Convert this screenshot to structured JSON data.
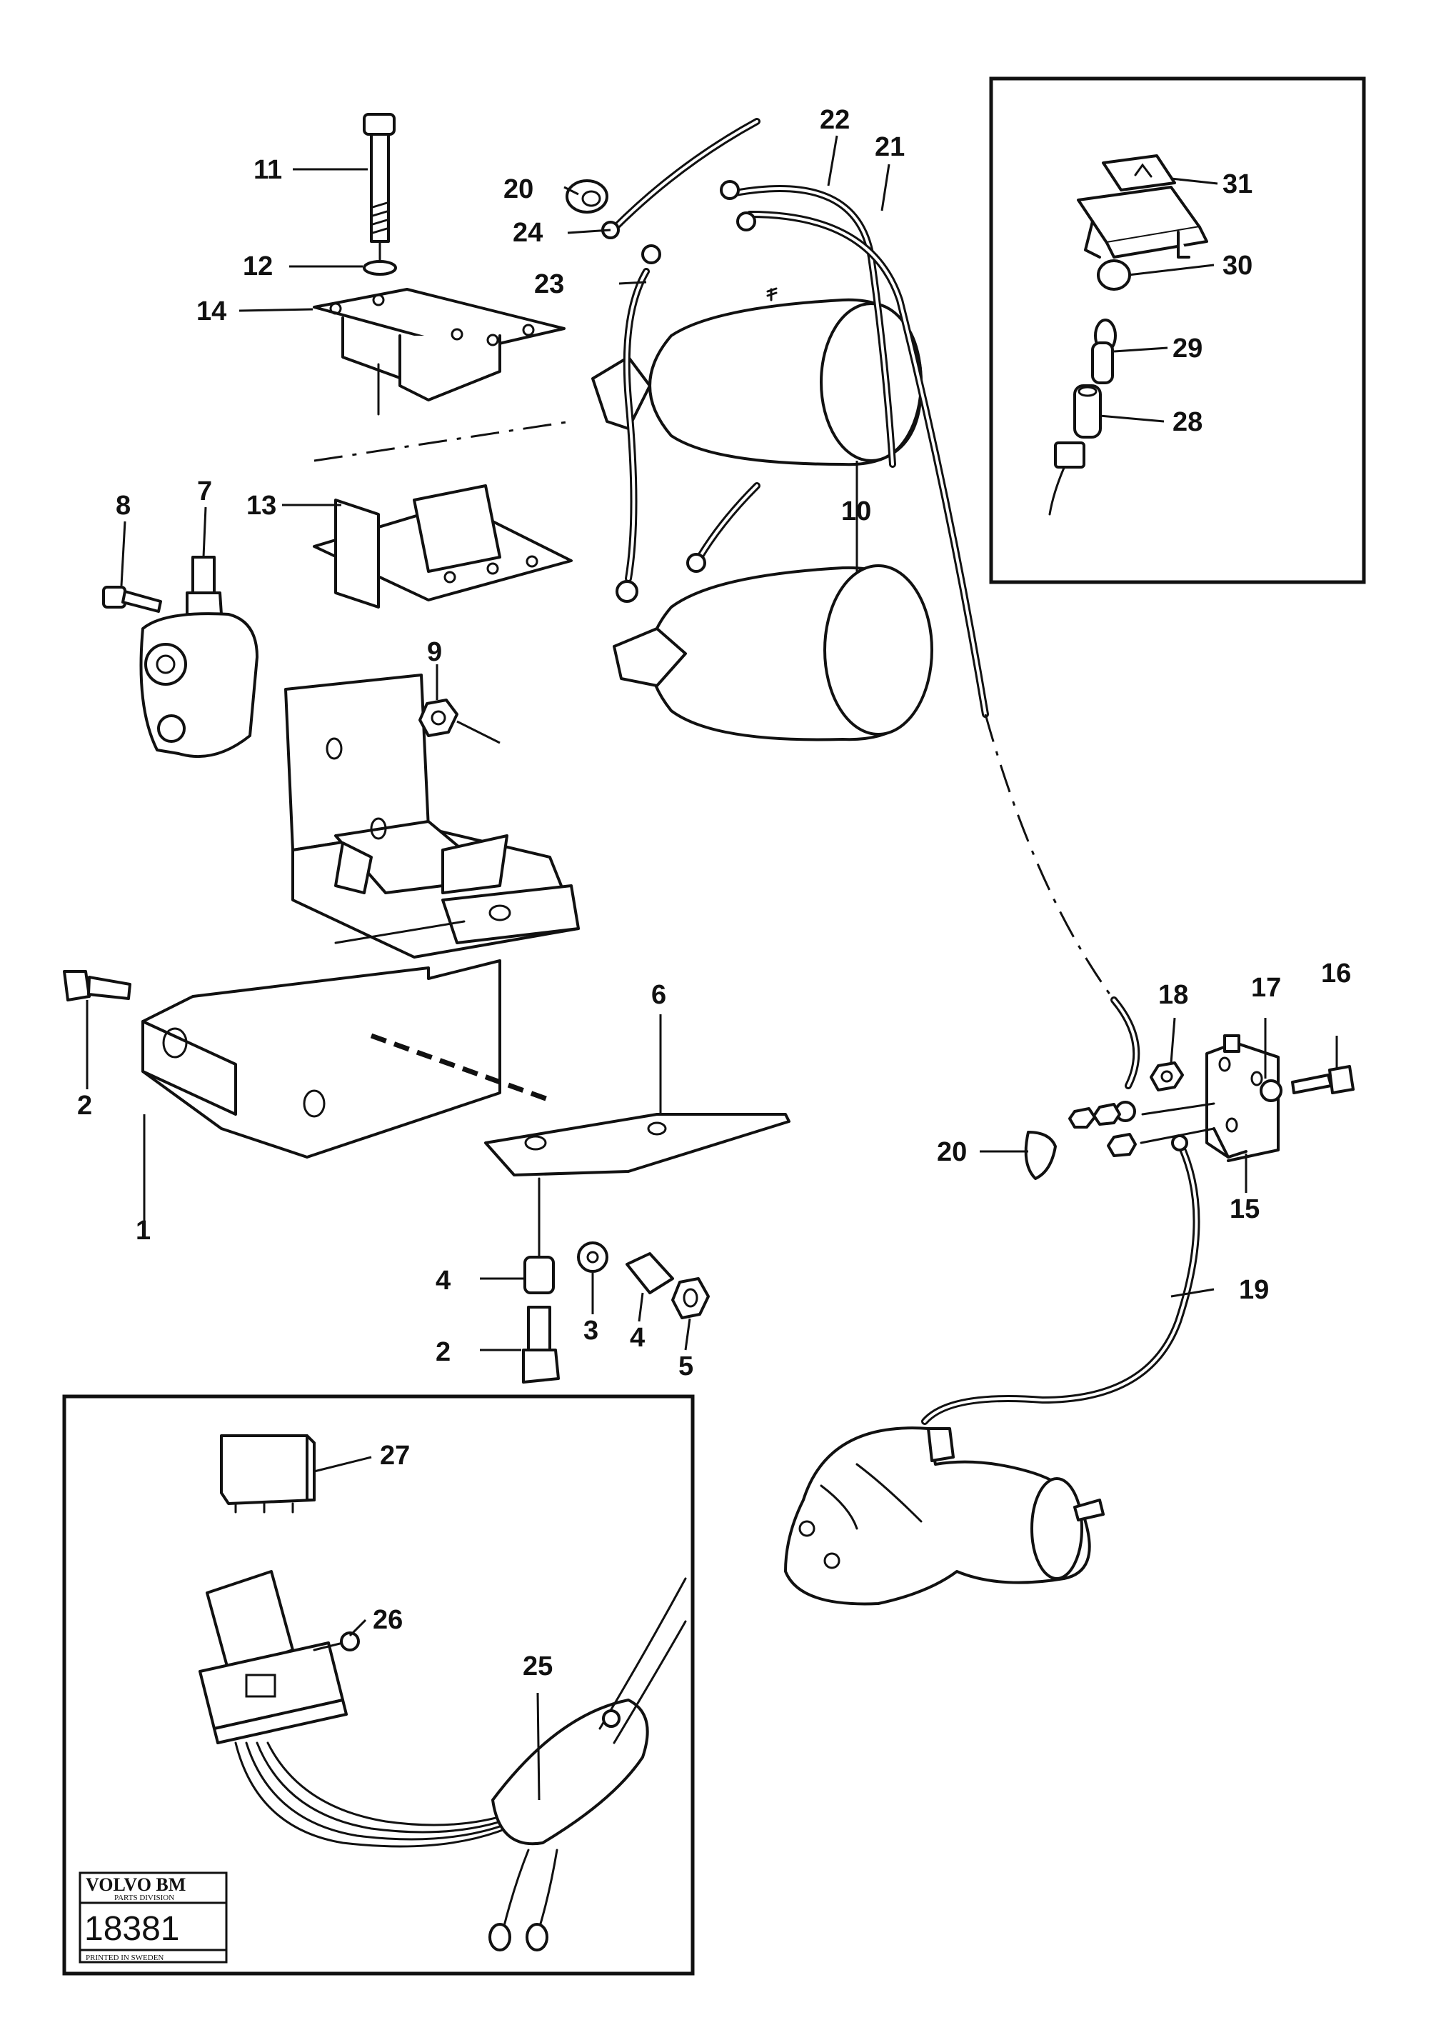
{
  "callouts": {
    "c1": "1",
    "c2a": "2",
    "c2b": "2",
    "c3": "3",
    "c4a": "4",
    "c4b": "4",
    "c5": "5",
    "c6": "6",
    "c7": "7",
    "c8": "8",
    "c9": "9",
    "c10": "10",
    "c11": "11",
    "c12": "12",
    "c13": "13",
    "c14": "14",
    "c15": "15",
    "c16": "16",
    "c17": "17",
    "c18": "18",
    "c19": "19",
    "c20a": "20",
    "c20b": "20",
    "c21": "21",
    "c22": "22",
    "c23": "23",
    "c24": "24",
    "c25": "25",
    "c26": "26",
    "c27": "27",
    "c28": "28",
    "c29": "29",
    "c30": "30",
    "c31": "31"
  },
  "stamp": {
    "brand": "VOLVO BM",
    "division": "PARTS DIVISION",
    "number": "18381",
    "printed": "PRINTED IN SWEDEN"
  }
}
